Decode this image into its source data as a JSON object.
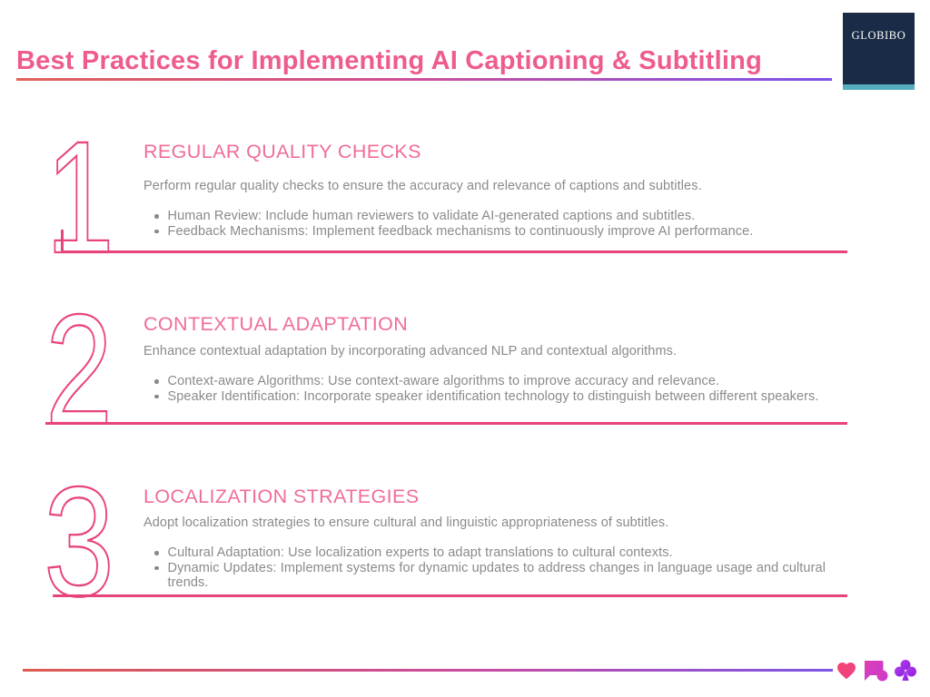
{
  "slide": {
    "title": "Best Practices for Implementing AI Captioning & Subtitling",
    "logo": {
      "text": "GLOBIBO"
    },
    "sections": [
      {
        "number": "1",
        "title": "REGULAR QUALITY CHECKS",
        "description": "Perform regular quality checks to ensure the accuracy and relevance of captions and subtitles.",
        "bullets": [
          "Human Review: Include human reviewers to validate AI-generated captions and subtitles.",
          "Feedback Mechanisms: Implement feedback mechanisms to continuously improve AI performance."
        ]
      },
      {
        "number": "2",
        "title": "CONTEXTUAL ADAPTATION",
        "description": "Enhance contextual adaptation by incorporating advanced NLP and contextual algorithms.",
        "bullets": [
          "Context-aware Algorithms: Use context-aware algorithms to improve accuracy and relevance.",
          "Speaker Identification: Incorporate speaker identification technology to distinguish between different speakers."
        ]
      },
      {
        "number": "3",
        "title": "LOCALIZATION STRATEGIES",
        "description": "Adopt localization strategies to ensure cultural and linguistic appropriateness of subtitles.",
        "bullets": [
          "Cultural Adaptation: Use localization experts to adapt translations to cultural contexts.",
          "Dynamic Updates: Implement systems for dynamic updates to address changes in language usage and cultural trends."
        ]
      }
    ],
    "footer_icons": [
      "heart-icon",
      "chat-bubbles-icon",
      "club-icon"
    ],
    "colors": {
      "accent_pink": "#e8447c",
      "heading_pink": "#f06d96",
      "title_pink": "#ee5c8c",
      "body_gray": "#8a8a8a",
      "logo_navy": "#192b46",
      "logo_teal": "#54aec0",
      "gradient_left": "#e0635a",
      "gradient_right": "#7c52ea"
    }
  }
}
